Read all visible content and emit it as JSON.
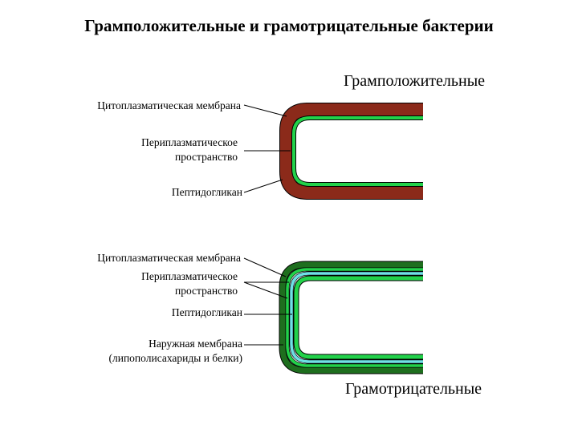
{
  "title": "Грамположительные и грамотрицательные бактерии",
  "gram_positive": {
    "heading": "Грамположительные",
    "labels": {
      "cytoplasmic_membrane": "Цитоплазматическая мембрана",
      "periplasmic_line1": "Периплазматическое",
      "periplasmic_line2": "пространство",
      "peptidoglycan": "Пептидогликан"
    }
  },
  "gram_negative": {
    "heading": "Грамотрицательные",
    "labels": {
      "cytoplasmic_membrane": "Цитоплазматическая мембрана",
      "periplasmic_line1": "Периплазматическое",
      "periplasmic_line2": "пространство",
      "peptidoglycan": "Пептидогликан",
      "outer_membrane_line1": "Наружная мембрана",
      "outer_membrane_line2": "(липополисахариды и белки)"
    }
  },
  "colors": {
    "peptidoglycan_thick": "#8b2a1a",
    "membrane_green": "#22d24a",
    "periplasm_cyan": "#6fe0e6",
    "outer_dark_green": "#1e6e1e",
    "outline": "#000000"
  }
}
